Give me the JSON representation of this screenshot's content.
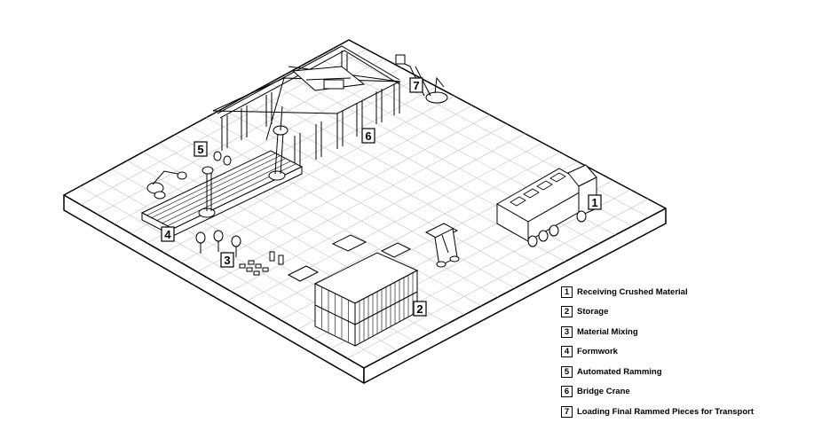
{
  "callouts": [
    "1",
    "2",
    "3",
    "4",
    "5",
    "6",
    "7"
  ],
  "legend": [
    {
      "num": "1",
      "label": "Receiving  Crushed Material"
    },
    {
      "num": "2",
      "label": "Storage"
    },
    {
      "num": "3",
      "label": "Material Mixing"
    },
    {
      "num": "4",
      "label": "Formwork"
    },
    {
      "num": "5",
      "label": "Automated Ramming"
    },
    {
      "num": "6",
      "label": "Bridge Crane"
    },
    {
      "num": "7",
      "label": "Loading Final Rammed Pieces for Transport"
    }
  ],
  "colors": {
    "line": "#000000",
    "grid": "#bdbdbd",
    "surface": "#ffffff"
  }
}
